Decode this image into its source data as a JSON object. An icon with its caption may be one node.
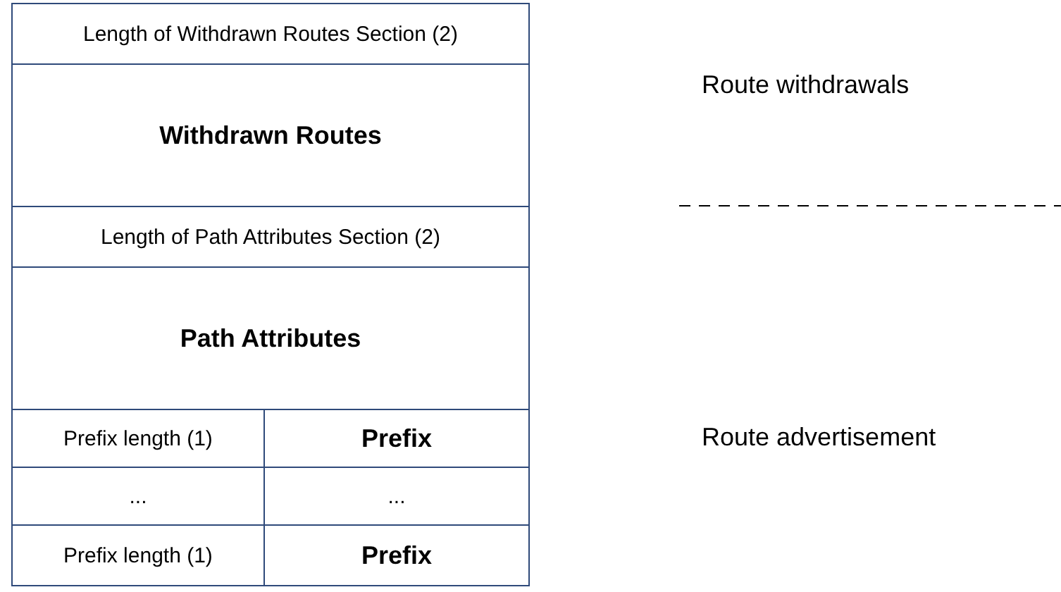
{
  "diagram": {
    "nodes": [
      {
        "text": [
          "Length of Withdrawn Routes Section (2)"
        ]
      },
      {
        "text": [
          "Withdrawn Routes"
        ]
      },
      {
        "text": [
          "Length of Path Attributes Section (2)"
        ]
      },
      {
        "text": [
          "Path Attributes"
        ]
      },
      {
        "text": [
          "Prefix length (1)"
        ]
      },
      {
        "text": [
          "Prefix"
        ]
      },
      {
        "text": [
          "..."
        ]
      },
      {
        "text": [
          "..."
        ]
      },
      {
        "text": [
          "Prefix length (1)"
        ]
      },
      {
        "text": [
          "Prefix"
        ]
      }
    ],
    "labels": [
      "Route withdrawals",
      "Route advertisement"
    ]
  }
}
